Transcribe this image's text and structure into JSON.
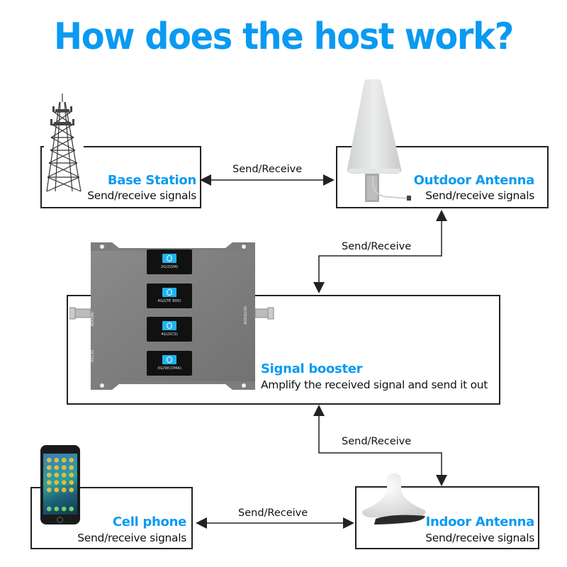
{
  "title": "How does the host work?",
  "colors": {
    "accent": "#0a9af2",
    "line": "#222222"
  },
  "nodes": {
    "base_station": {
      "title": "Base Station",
      "desc": "Send/receive signals",
      "icon": "cell-tower-icon"
    },
    "outdoor_antenna": {
      "title": "Outdoor Antenna",
      "desc": "Send/receive signals",
      "icon": "outdoor-antenna-icon"
    },
    "signal_booster": {
      "title": "Signal booster",
      "desc": "Amplify the received signal and send it out",
      "icon": "signal-booster-icon",
      "bands": [
        "2G(GSM)",
        "4G(LTE 800)",
        "4G(DCS)",
        "3G(WCDMA)"
      ],
      "ports": {
        "indoor": "INDOOR",
        "power": "DC12V",
        "outdoor": "OUTDOOR"
      }
    },
    "cell_phone": {
      "title": "Cell phone",
      "desc": "Send/receive signals",
      "icon": "smartphone-icon"
    },
    "indoor_antenna": {
      "title": "Indoor Antenna",
      "desc": "Send/receive signals",
      "icon": "ceiling-antenna-icon"
    }
  },
  "connections": [
    {
      "from": "base_station",
      "to": "outdoor_antenna",
      "label": "Send/Receive"
    },
    {
      "from": "outdoor_antenna",
      "to": "signal_booster",
      "label": "Send/Receive"
    },
    {
      "from": "signal_booster",
      "to": "indoor_antenna",
      "label": "Send/Receive"
    },
    {
      "from": "cell_phone",
      "to": "indoor_antenna",
      "label": "Send/Receive"
    }
  ]
}
